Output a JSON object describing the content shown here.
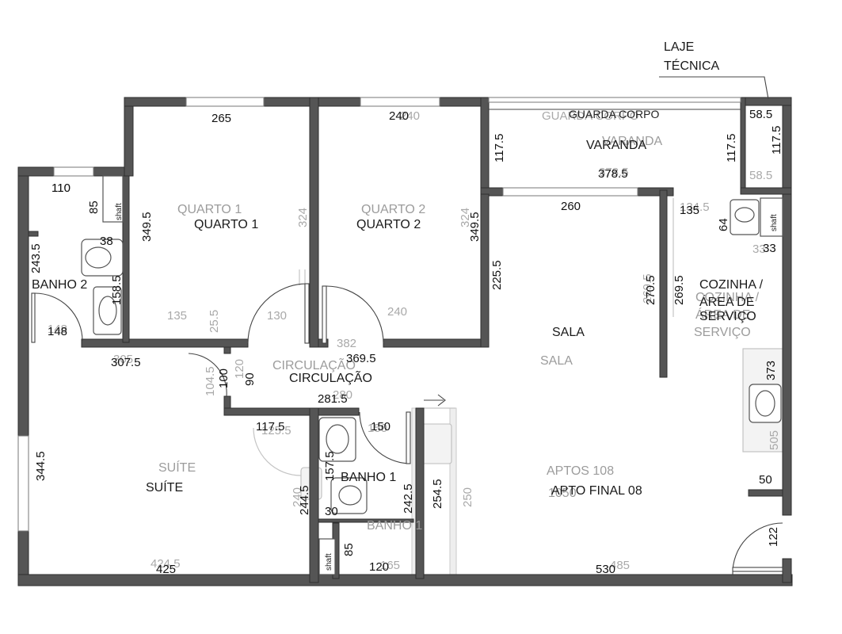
{
  "labels": {
    "laje_line1": "LAJE",
    "laje_line2": "TÉCNICA",
    "guarda_corpo": "GUARDA CORPO",
    "guarda_corpo_ghost": "GUARDA CORPO",
    "varanda": "VARANDA",
    "varanda_ghost": "VARANDA",
    "quarto1": "QUARTO 1",
    "quarto1_ghost": "QUARTO 1",
    "quarto2": "QUARTO 2",
    "quarto2_ghost": "QUARTO 2",
    "banho2": "BANHO 2",
    "sala": "SALA",
    "sala_ghost": "SALA",
    "cozinha_line1": "COZINHA /",
    "cozinha_line2": "ÁREA DE",
    "cozinha_line3": "SERVIÇO",
    "cozinha_ghost1": "COZINHA /",
    "cozinha_ghost2": "ÁREA DE",
    "cozinha_ghost3": "SERVIÇO",
    "circulacao": "CIRCULAÇÃO",
    "circulacao_ghost": "CIRCULAÇÃO",
    "suite": "SUÍTE",
    "suite_ghost": "SUÍTE",
    "banho1": "BANHO 1",
    "banho1_ghost": "BANHO 1",
    "apto_final": "APTO FINAL 08",
    "aptos_ghost": "APTOS 108",
    "shaft": "shaft"
  },
  "dimensions": {
    "quarto1_width": "265",
    "quarto2_width": "240",
    "quarto2_width_ghost": "240",
    "varanda_right_top": "58.5",
    "varanda_right_bottom": "58.5",
    "varanda_right_height": "117.5",
    "varanda_left_height": "117.5",
    "varanda_inner_height": "117.5",
    "varanda_width": "378.5",
    "varanda_width_ghost": "378.5",
    "sala_top": "260",
    "cozinha_top": "135",
    "cozinha_top_ghost": "134.5",
    "shaft_right_width": "64",
    "shaft_right_depth": "33",
    "shaft_right_ghost": "33",
    "banho2_top": "110",
    "banho2_top_ghost": "110",
    "banho2_shaft": "85",
    "banho2_small": "38",
    "banho2_height": "243.5",
    "banho2_inner": "158.5",
    "banho2_bottom": "148",
    "banho2_bottom_ghost": "148",
    "quarto1_height": "349.5",
    "quarto1_height_ghost": "324",
    "quarto2_height": "349.5",
    "quarto2_height_ghost": "324",
    "sala_left": "225.5",
    "cozinha_left": "270.5",
    "cozinha_right": "269.5",
    "cozinha_height_ghost": "269.5",
    "quarto1_bottom_ghost": "135",
    "quarto1_closet_ghost": "25.5",
    "circ_top_ghost": "130",
    "quarto2_bottom_ghost": "240",
    "circ_width_ghost": "382",
    "circ_width": "369.5",
    "suite_top": "307.5",
    "suite_top_ghost": "305",
    "circ_left_ghost": "104.5",
    "circ_left_small_ghost": "120",
    "circ_door": "100",
    "circ_door2": "90",
    "circ_bottom": "281.5",
    "circ_bottom_ghost": "280",
    "suite_closet": "117.5",
    "suite_closet_ghost": "125.5",
    "banho1_top": "150",
    "banho1_top_ghost": "150",
    "banho1_left": "157.5",
    "banho1_height": "244.5",
    "banho1_height_ghost": "240",
    "banho1_inner": "242.5",
    "banho1_right": "254.5",
    "banho1_right_ghost": "250",
    "banho1_small": "30",
    "banho1_shaft": "85",
    "banho1_bottom": "120",
    "banho1_bottom_ghost": "165",
    "suite_height": "344.5",
    "suite_width": "425",
    "suite_width_ghost": "424.5",
    "sala_bottom": "530",
    "sala_bottom_ghost": "485",
    "kitchen_counter": "373",
    "kitchen_counter_ghost": "505",
    "entry_small": "50",
    "entry_door": "122",
    "apto_ghost_num": "1050"
  }
}
